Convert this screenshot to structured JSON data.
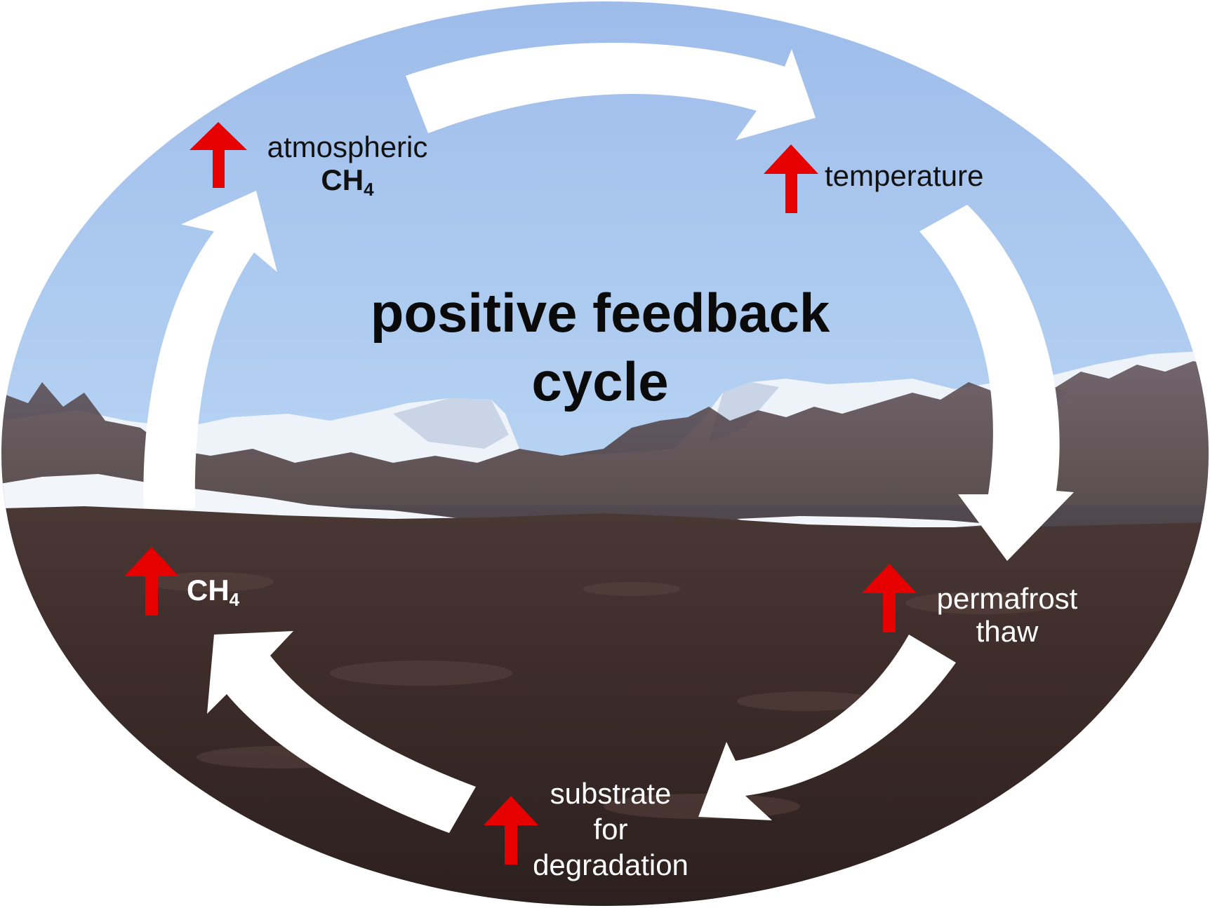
{
  "title": {
    "line1": "positive feedback",
    "line2": "cycle"
  },
  "nodes": {
    "atmospheric_ch4": {
      "line1": "atmospheric",
      "chem": "CH",
      "sub": "4"
    },
    "temperature": {
      "label": "temperature"
    },
    "permafrost_thaw": {
      "line1": "permafrost",
      "line2": "thaw"
    },
    "substrate": {
      "line1": "substrate",
      "line2": "for",
      "line3": "degradation"
    },
    "ch4": {
      "chem": "CH",
      "sub": "4"
    }
  },
  "colors": {
    "increase_arrow": "#e60000",
    "cycle_arrow": "#ffffff",
    "sky_top": "#a9c4ef",
    "sky_bottom": "#cfe3f7",
    "ground": "#3b2b28"
  },
  "icons": {
    "increase": "up-arrow-icon",
    "cycle": "curved-arrow-icon"
  }
}
